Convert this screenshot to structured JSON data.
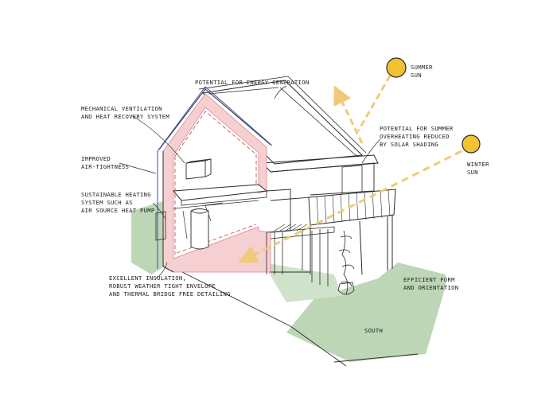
{
  "labels": {
    "energy": [
      "POTENTIAL FOR ENERGY GENERATION"
    ],
    "ventilation": [
      "MECHANICAL VENTILATION",
      "AND HEAT RECOVERY SYSTEM"
    ],
    "airtightness": [
      "IMPROVED",
      "AIR-TIGHTNESS"
    ],
    "heating": [
      "SUSTAINABLE HEATING",
      "SYSTEM SUCH AS",
      "AIR SOURCE HEAT PUMP"
    ],
    "insulation": [
      "EXCELLENT INSULATION,",
      "ROBUST WEATHER TIGHT ENVELOPE",
      "AND THERMAL BRIDGE FREE DETAILING"
    ],
    "shading": [
      "POTENTIAL FOR SUMMER",
      "OVERHEATING REDUCED",
      "BY SOLAR SHADING"
    ],
    "summer_sun": [
      "SUMMER",
      "SUN"
    ],
    "winter_sun": [
      "WINTER",
      "SUN"
    ],
    "form": [
      "EFFICIENT FORM",
      "AND ORIENTATION"
    ],
    "south": [
      "SOUTH"
    ]
  },
  "colors": {
    "ink": "#2a2a2a",
    "insulation_fill": "#f6cfd2",
    "insulation_edge": "#d98a90",
    "airtight_line": "#4a5fb5",
    "ground": "#bcd6b6",
    "sun": "#f3c230",
    "sun_ray": "#f2c978"
  },
  "icons": [
    "summer-sun-icon",
    "winter-sun-icon"
  ]
}
